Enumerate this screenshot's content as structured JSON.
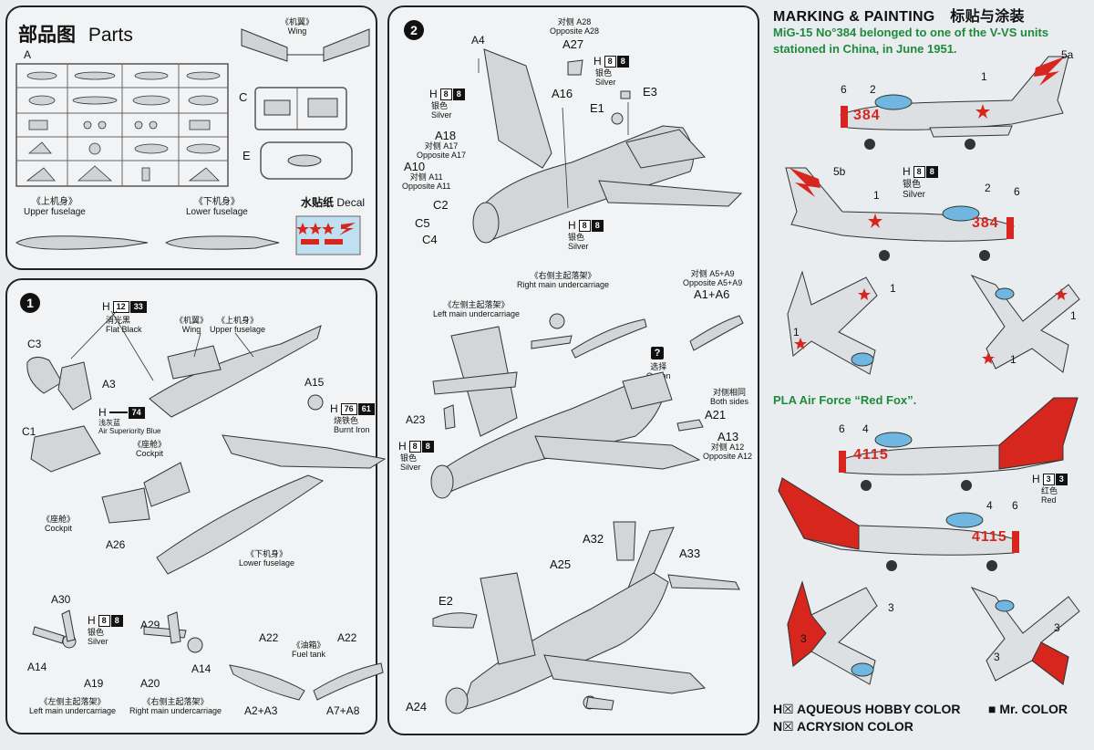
{
  "parts_panel": {
    "title_cn": "部品图",
    "title_en": "Parts",
    "sprue_a": "A",
    "sprue_c": "C",
    "sprue_e": "E",
    "wing_cn": "《机翼》",
    "wing_en": "Wing",
    "upper_cn": "《上机身》",
    "upper_en": "Upper fuselage",
    "lower_cn": "《下机身》",
    "lower_en": "Lower fuselage",
    "decal_cn": "水贴纸",
    "decal_en": "Decal"
  },
  "step1": {
    "number": "1",
    "paint_flat_black": {
      "prefix": "H",
      "code1": "12",
      "code2": "33",
      "cn": "消光黑",
      "en": "Flat Black"
    },
    "paint_asb": {
      "prefix": "H",
      "code1": "",
      "code2": "74",
      "cn": "浅灰蓝",
      "en": "Air Superiority Blue"
    },
    "paint_burnt_iron": {
      "prefix": "H",
      "code1": "76",
      "code2": "61",
      "cn": "烧铁色",
      "en": "Burnt Iron"
    },
    "paint_silver": {
      "prefix": "H",
      "code1": "8",
      "code2": "8",
      "cn": "银色",
      "en": "Silver"
    },
    "wing_cn": "《机翼》",
    "wing_en": "Wing",
    "upper_cn": "《上机身》",
    "upper_en": "Upper fuselage",
    "cockpit_cn": "《座舱》",
    "cockpit_en": "Cockpit",
    "cockpit2_cn": "《座舱》",
    "cockpit2_en": "Cockpit",
    "lower_cn": "《下机身》",
    "lower_en": "Lower fuselage",
    "fuel_cn": "《油箱》",
    "fuel_en": "Fuel tank",
    "left_uc_cn": "《左侧主起落架》",
    "left_uc_en": "Left main undercarriage",
    "right_uc_cn": "《右侧主起落架》",
    "right_uc_en": "Right main undercarriage",
    "parts": [
      "C3",
      "A3",
      "C1",
      "A26",
      "A15",
      "A30",
      "A14",
      "A19",
      "A29",
      "A20",
      "A14",
      "A22",
      "A22",
      "A2+A3",
      "A7+A8"
    ]
  },
  "step2": {
    "number": "2",
    "a27_note_cn": "对侧 A28",
    "a27_note_en": "Opposite A28",
    "a18_note_cn": "对侧 A17",
    "a18_note_en": "Opposite A17",
    "a10_note_cn": "对侧 A11",
    "a10_note_en": "Opposite A11",
    "a13_note_cn": "对侧 A12",
    "a13_note_en": "Opposite A12",
    "a1_note_cn": "对侧 A5+A9",
    "a1_note_en": "Opposite A5+A9",
    "both_cn": "对侧相同",
    "both_en": "Both sides",
    "option_cn": "选择",
    "option_en": "Option",
    "option_mark": "?",
    "right_uc_cn": "《右侧主起落架》",
    "right_uc_en": "Right main undercarriage",
    "left_uc_cn": "《左侧主起落架》",
    "left_uc_en": "Left main undercarriage",
    "silver_cn": "银色",
    "silver_en": "Silver",
    "parts": [
      "A4",
      "A27",
      "A16",
      "E1",
      "E3",
      "A18",
      "A10",
      "C2",
      "C5",
      "C4",
      "A1+A6",
      "A21",
      "A13",
      "A23",
      "A32",
      "A33",
      "A25",
      "E2",
      "A24"
    ]
  },
  "marking": {
    "title_en": "MARKING & PAINTING",
    "title_cn": "标贴与涂装",
    "scheme1_line1": "MiG-15 No°384 belonged to one of the V-VS units",
    "scheme1_line2": "stationed in China, in June 1951.",
    "scheme1_number": "384",
    "scheme2_title": "PLA Air Force “Red Fox”.",
    "scheme2_number": "4115",
    "silver_cn": "银色",
    "silver_en": "Silver",
    "red_cn": "红色",
    "red_en": "Red",
    "callouts": [
      "1",
      "2",
      "5a",
      "6",
      "5b",
      "1",
      "2",
      "6",
      "1",
      "1",
      "1",
      "1",
      "6",
      "4",
      "4",
      "6",
      "3",
      "3",
      "3",
      "3"
    ],
    "legend_h": "AQUEOUS HOBBY COLOR",
    "legend_mr": "Mr. COLOR",
    "legend_n": "ACRYSION COLOR",
    "red": "#d7261e",
    "green": "#1f8a3a"
  }
}
